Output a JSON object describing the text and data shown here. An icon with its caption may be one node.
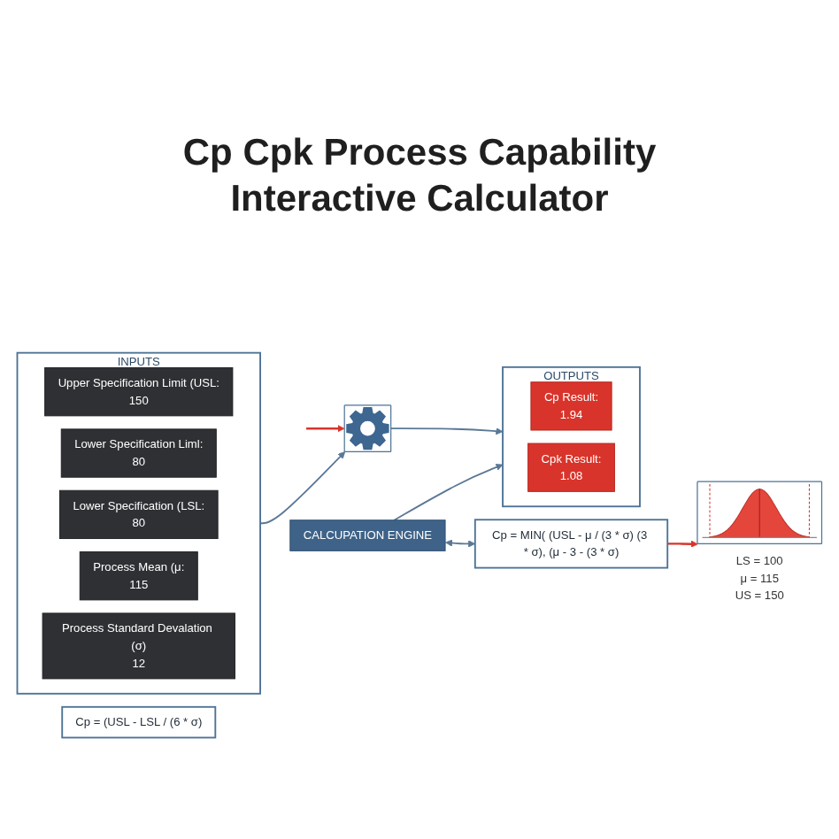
{
  "diagram": {
    "title": "Cp Cpk Process Capability Interactive Calculator",
    "nodes": [
      {
        "text": [
          "INPUTS"
        ]
      },
      {
        "text": [
          "Upper Specification Limit (USL:",
          "150"
        ],
        "in": 0
      },
      {
        "text": [
          "Lower Specification Liml:",
          "80"
        ],
        "in": 0
      },
      {
        "text": [
          "Lower Specification (LSL:",
          "80"
        ],
        "in": 0
      },
      {
        "text": [
          "Process Mean (μ:",
          "115"
        ],
        "in": 0
      },
      {
        "text": [
          "Process Standard Devalation (σ)",
          "12"
        ],
        "in": 0
      },
      {
        "text": [],
        "shape": "gear"
      },
      {
        "text": [
          "CALCUPATION ENGINE"
        ]
      },
      {
        "text": [
          "Cp = (USL - LSL / (6 * σ)"
        ]
      },
      {
        "text": [
          "Cp = MIN( (USL - μ / (3 * σ) (3 * σ), (μ - 3 - (3 * σ)"
        ]
      },
      {
        "text": [
          "OUTPUTS"
        ]
      },
      {
        "text": [
          "Cp Result:",
          "1.94"
        ],
        "in": 10
      },
      {
        "text": [
          "Cpk Result:",
          "1.08"
        ],
        "in": 10
      },
      {
        "text": [
          "LS = 100",
          "μ = 115",
          "US = 150"
        ]
      }
    ],
    "edges": [
      {
        "from": 0,
        "to": 6,
        "arrow": "to"
      },
      {
        "from": null,
        "to": 6,
        "arrow": "to",
        "color": "#d9342b"
      },
      {
        "from": 6,
        "to": 10,
        "arrow": "to"
      },
      {
        "from": 7,
        "to": 10,
        "arrow": "to"
      },
      {
        "from": 7,
        "to": 9,
        "arrow": "both"
      },
      {
        "from": 9,
        "to": 13,
        "arrow": "to",
        "color": "#d9342b"
      }
    ]
  }
}
